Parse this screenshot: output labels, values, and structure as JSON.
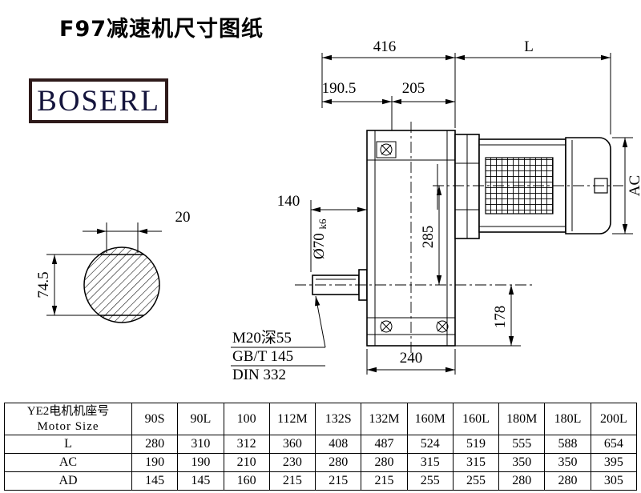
{
  "page": {
    "title": "F97减速机尺寸图纸",
    "brand": "BOSERL"
  },
  "drawing": {
    "dims": {
      "d416": "416",
      "dL": "L",
      "d1905": "190.5",
      "d205": "205",
      "d140": "140",
      "dia": "Ø70",
      "tol": "k6",
      "d285": "285",
      "d178": "178",
      "d240": "240",
      "dac": "AC",
      "d20": "20",
      "d745": "74.5"
    },
    "notes": [
      "M20深55",
      "GB/T 145",
      "DIN 332"
    ]
  },
  "table": {
    "header_cn": "YE2电机机座号",
    "header_en": "Motor Size",
    "sizes": [
      "90S",
      "90L",
      "100",
      "112M",
      "132S",
      "132M",
      "160M",
      "160L",
      "180M",
      "180L",
      "200L"
    ],
    "rows": [
      {
        "label": "L",
        "values": [
          280,
          310,
          312,
          360,
          408,
          487,
          524,
          519,
          555,
          588,
          654
        ]
      },
      {
        "label": "AC",
        "values": [
          190,
          190,
          210,
          230,
          280,
          280,
          315,
          315,
          350,
          350,
          395
        ]
      },
      {
        "label": "AD",
        "values": [
          145,
          145,
          160,
          215,
          215,
          215,
          255,
          255,
          280,
          280,
          305
        ]
      }
    ]
  }
}
